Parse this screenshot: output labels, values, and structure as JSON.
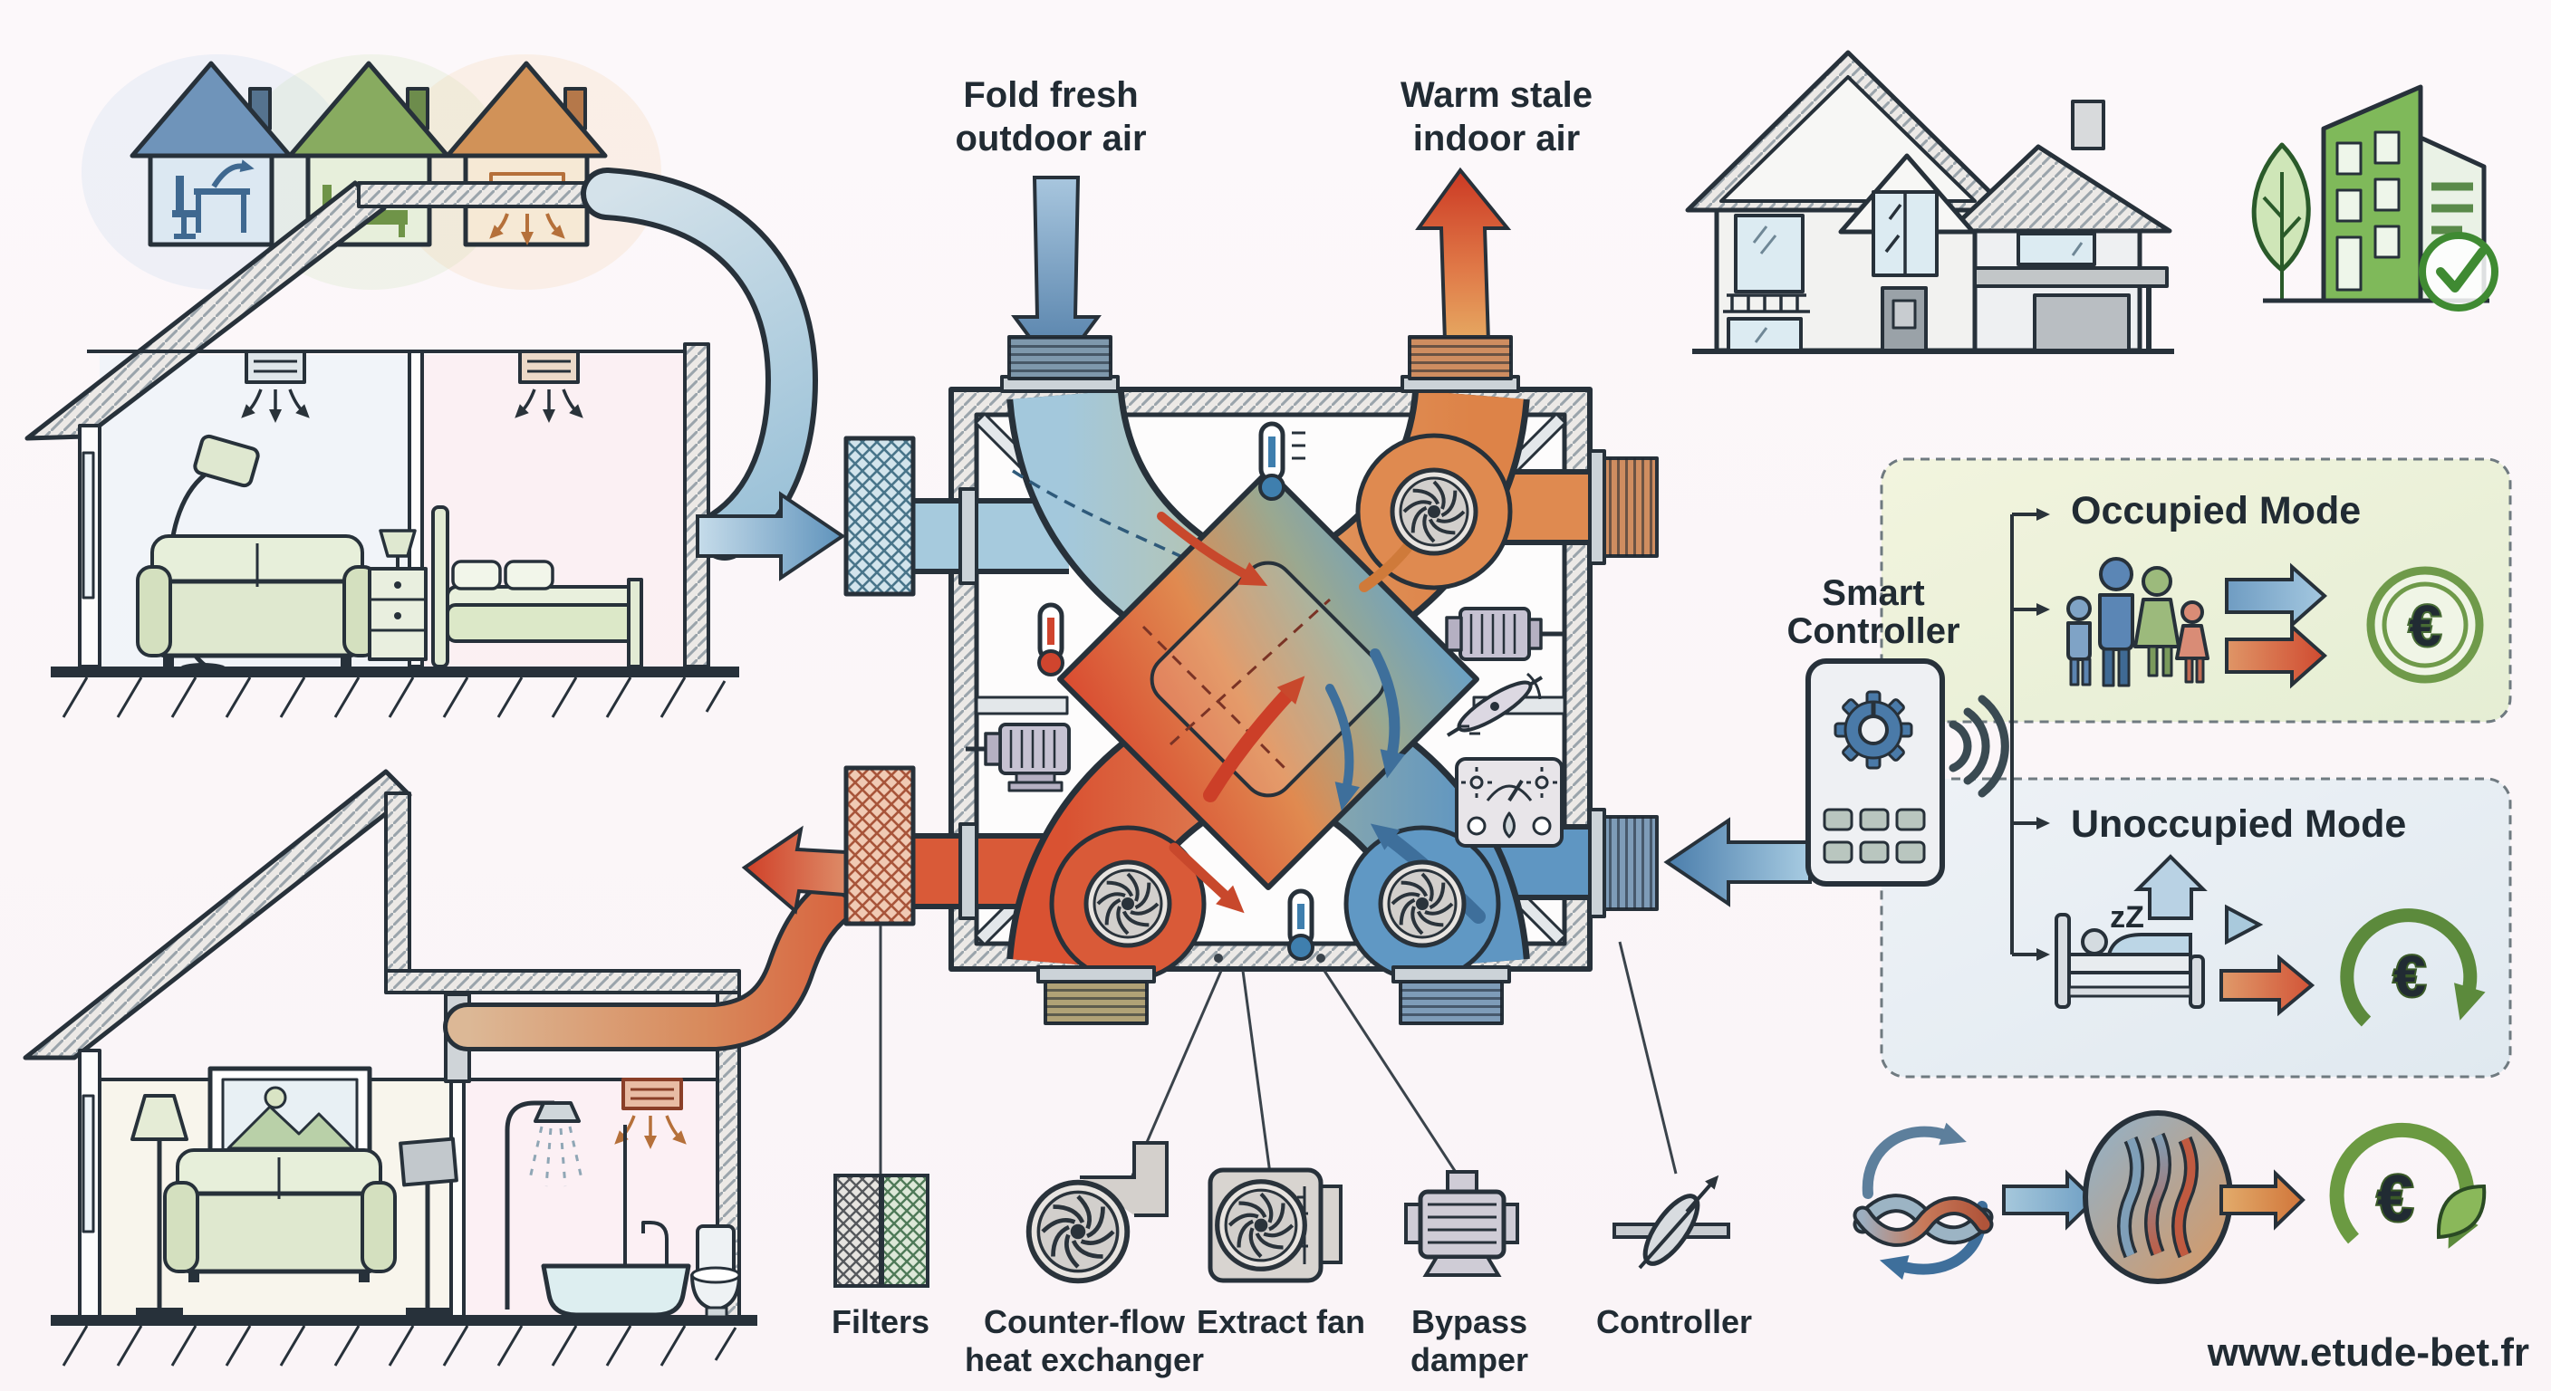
{
  "labels": {
    "fresh_air_line1": "Fold fresh",
    "fresh_air_line2": "outdoor air",
    "stale_air_line1": "Warm stale",
    "stale_air_line2": "indoor air",
    "smart_controller_line1": "Smart",
    "smart_controller_line2": "Controller",
    "occupied_mode": "Occupied Mode",
    "unoccupied_mode": "Unoccupied Mode",
    "website": "www.etude-bet.fr"
  },
  "legend": {
    "items": [
      {
        "line1": "Filters",
        "line2": ""
      },
      {
        "line1": "Counter-flow",
        "line2": "heat exchanger"
      },
      {
        "line1": "Extract fan",
        "line2": ""
      },
      {
        "line1": "Bypass",
        "line2": "damper"
      },
      {
        "line1": "Controller",
        "line2": ""
      }
    ]
  },
  "icons": {
    "euro": "€",
    "check": "✓",
    "sleep": "zZ"
  },
  "colors": {
    "ink": "#27313a",
    "cold_air": "#7fb3d5",
    "warm_air": "#df8a50",
    "hot_air": "#cc3a24",
    "eco_green": "#6b9a42",
    "panel_occupied": "#eef2da",
    "panel_unoccupied": "#e8eef4"
  }
}
